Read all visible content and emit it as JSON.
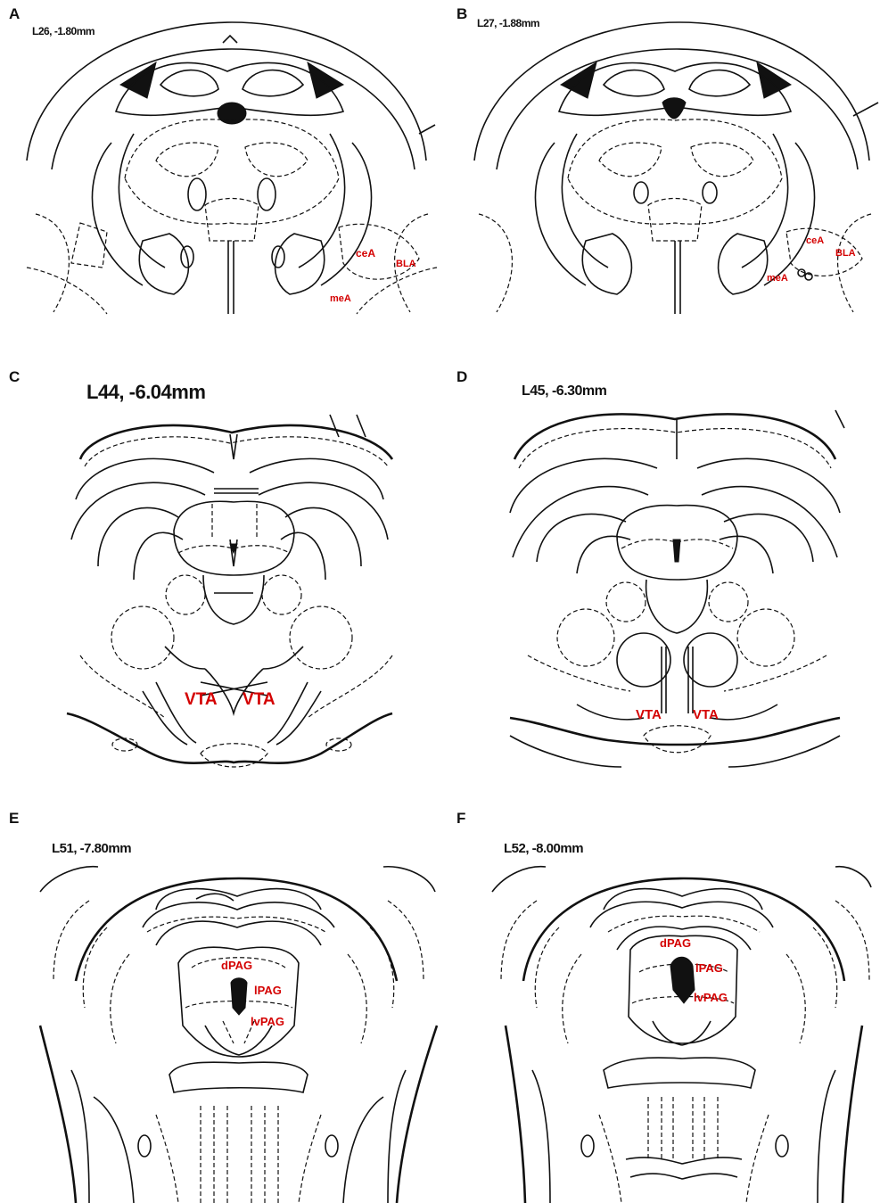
{
  "panels": [
    {
      "letter": "A",
      "coord": "L26, -1.80mm",
      "regions": [
        "ceA",
        "BLA",
        "meA"
      ]
    },
    {
      "letter": "B",
      "coord": "L27, -1.88mm",
      "regions": [
        "ceA",
        "BLA",
        "meA"
      ]
    },
    {
      "letter": "C",
      "coord": "L44, -6.04mm",
      "regions": [
        "VTA",
        "VTA"
      ]
    },
    {
      "letter": "D",
      "coord": "L45, -6.30mm",
      "regions": [
        "VTA",
        "VTA"
      ]
    },
    {
      "letter": "E",
      "coord": "L51, -7.80mm",
      "regions": [
        "dPAG",
        "lPAG",
        "lvPAG"
      ]
    },
    {
      "letter": "F",
      "coord": "L52, -8.00mm",
      "regions": [
        "dPAG",
        "lPAG",
        "lvPAG"
      ]
    }
  ],
  "label_color": "#d40000"
}
